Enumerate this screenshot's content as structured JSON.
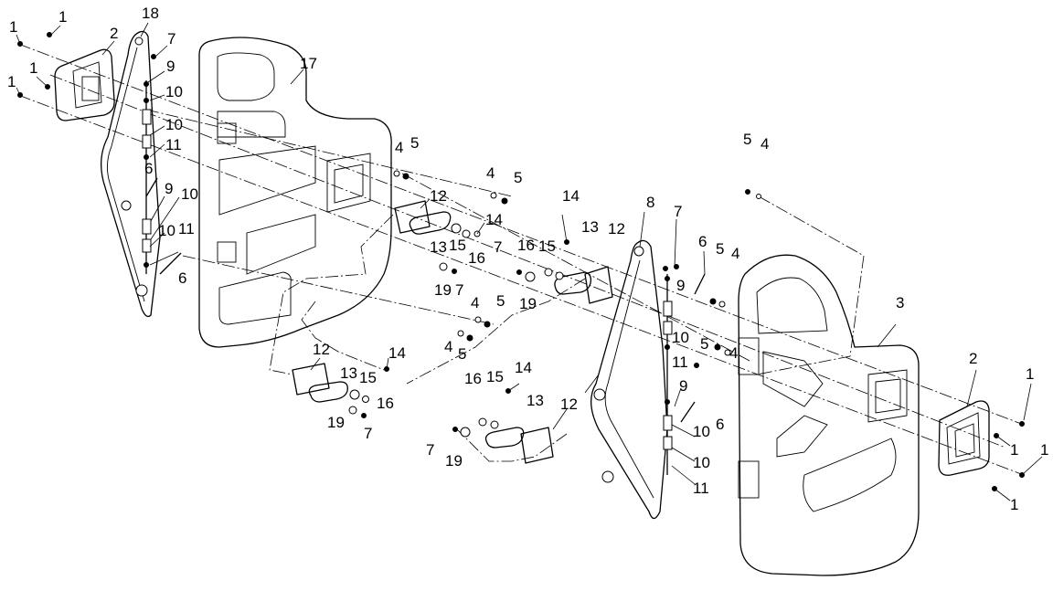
{
  "diagram": {
    "labels": [
      {
        "id": "1a",
        "text": "1"
      },
      {
        "id": "1b",
        "text": "1"
      },
      {
        "id": "1c",
        "text": "1"
      },
      {
        "id": "1d",
        "text": "1"
      },
      {
        "id": "2a",
        "text": "2"
      },
      {
        "id": "18",
        "text": "18"
      },
      {
        "id": "7a",
        "text": "7"
      },
      {
        "id": "9a",
        "text": "9"
      },
      {
        "id": "10a",
        "text": "10"
      },
      {
        "id": "10b",
        "text": "10"
      },
      {
        "id": "11a",
        "text": "11"
      },
      {
        "id": "6a",
        "text": "6"
      },
      {
        "id": "9b",
        "text": "9"
      },
      {
        "id": "10c",
        "text": "10"
      },
      {
        "id": "10d",
        "text": "10"
      },
      {
        "id": "11b",
        "text": "11"
      },
      {
        "id": "6b",
        "text": "6"
      },
      {
        "id": "17",
        "text": "17"
      },
      {
        "id": "4a",
        "text": "4"
      },
      {
        "id": "5a",
        "text": "5"
      },
      {
        "id": "4b",
        "text": "4"
      },
      {
        "id": "5b",
        "text": "5"
      },
      {
        "id": "12a",
        "text": "12"
      },
      {
        "id": "14a",
        "text": "14"
      },
      {
        "id": "13a",
        "text": "13"
      },
      {
        "id": "15a",
        "text": "15"
      },
      {
        "id": "16a",
        "text": "16"
      },
      {
        "id": "19a",
        "text": "19"
      },
      {
        "id": "7b",
        "text": "7"
      },
      {
        "id": "14b",
        "text": "14"
      },
      {
        "id": "16b",
        "text": "16"
      },
      {
        "id": "15b",
        "text": "15"
      },
      {
        "id": "13b",
        "text": "13"
      },
      {
        "id": "12b",
        "text": "12"
      },
      {
        "id": "7c",
        "text": "7"
      },
      {
        "id": "19b",
        "text": "19"
      },
      {
        "id": "8",
        "text": "8"
      },
      {
        "id": "7d",
        "text": "7"
      },
      {
        "id": "6c",
        "text": "6"
      },
      {
        "id": "5c",
        "text": "5"
      },
      {
        "id": "4c",
        "text": "4"
      },
      {
        "id": "9c",
        "text": "9"
      },
      {
        "id": "10e",
        "text": "10"
      },
      {
        "id": "11c",
        "text": "11"
      },
      {
        "id": "5d",
        "text": "5"
      },
      {
        "id": "4d",
        "text": "4"
      },
      {
        "id": "4e",
        "text": "4"
      },
      {
        "id": "5e",
        "text": "5"
      },
      {
        "id": "4f",
        "text": "4"
      },
      {
        "id": "5f",
        "text": "5"
      },
      {
        "id": "12c",
        "text": "12"
      },
      {
        "id": "14c",
        "text": "14"
      },
      {
        "id": "13c",
        "text": "13"
      },
      {
        "id": "15c",
        "text": "15"
      },
      {
        "id": "16c",
        "text": "16"
      },
      {
        "id": "19c",
        "text": "19"
      },
      {
        "id": "7e",
        "text": "7"
      },
      {
        "id": "16d",
        "text": "16"
      },
      {
        "id": "15d",
        "text": "15"
      },
      {
        "id": "14d",
        "text": "14"
      },
      {
        "id": "13d",
        "text": "13"
      },
      {
        "id": "12d",
        "text": "12"
      },
      {
        "id": "7f",
        "text": "7"
      },
      {
        "id": "19d",
        "text": "19"
      },
      {
        "id": "9d",
        "text": "9"
      },
      {
        "id": "6d",
        "text": "6"
      },
      {
        "id": "10f",
        "text": "10"
      },
      {
        "id": "10g",
        "text": "10"
      },
      {
        "id": "11d",
        "text": "11"
      },
      {
        "id": "5g",
        "text": "5"
      },
      {
        "id": "4g",
        "text": "4"
      },
      {
        "id": "3",
        "text": "3"
      },
      {
        "id": "2b",
        "text": "2"
      },
      {
        "id": "1e",
        "text": "1"
      },
      {
        "id": "1f",
        "text": "1"
      },
      {
        "id": "1g",
        "text": "1"
      },
      {
        "id": "1h",
        "text": "1"
      }
    ]
  }
}
